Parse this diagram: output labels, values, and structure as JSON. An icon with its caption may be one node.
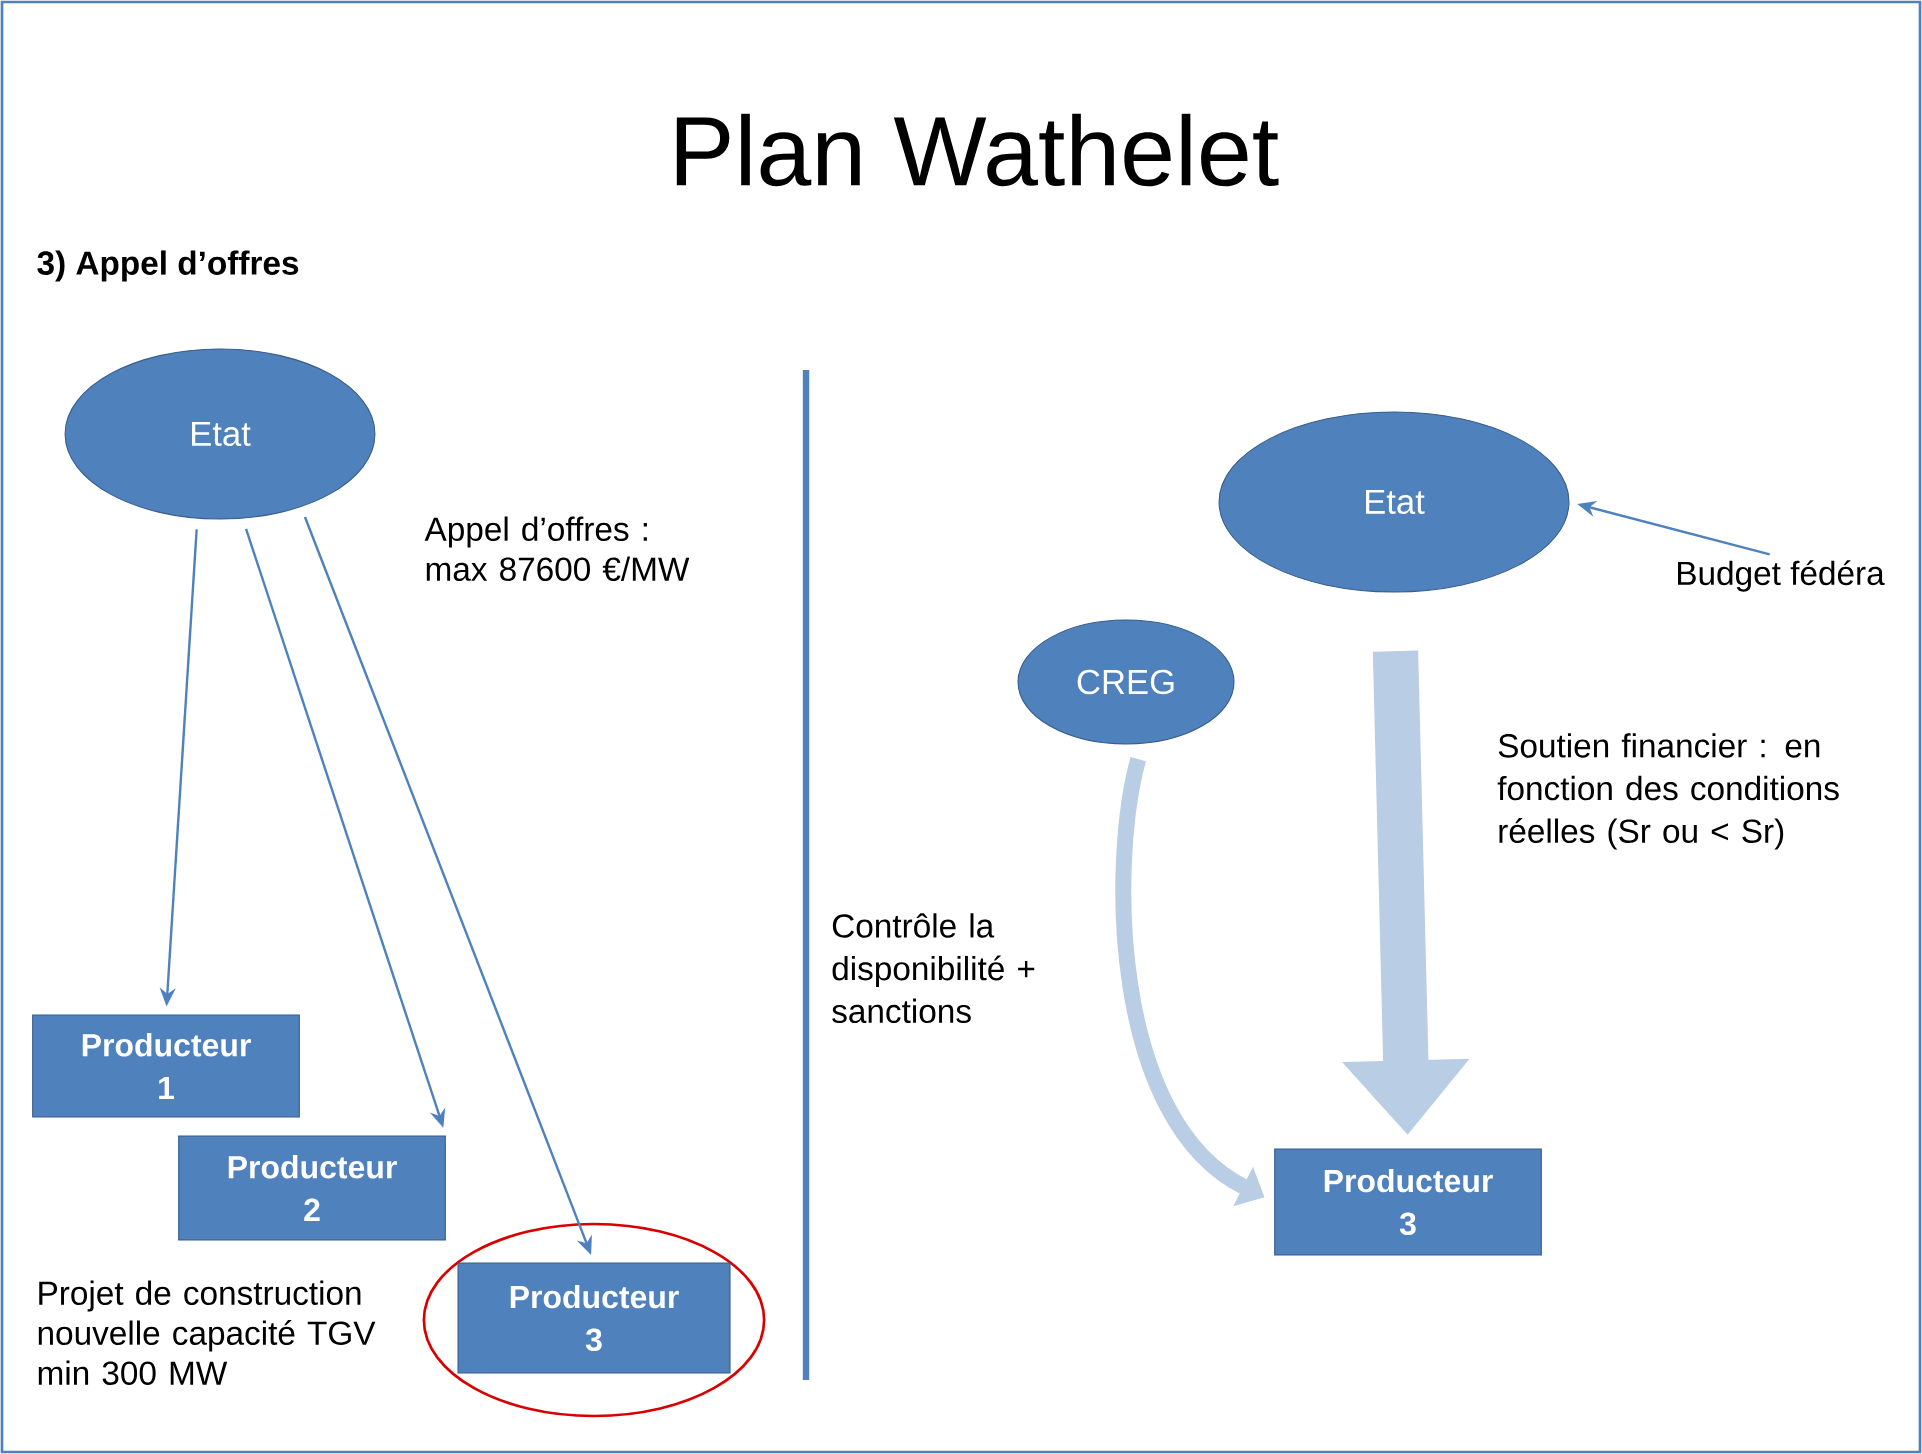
{
  "diagram": {
    "title": "Plan Wathelet",
    "nodes": [
      {
        "text": [
          "Etat"
        ]
      },
      {
        "text": [
          "Producteur 1"
        ]
      },
      {
        "text": [
          "Producteur 2"
        ]
      },
      {
        "text": [
          "Producteur 3"
        ]
      },
      {
        "text": [
          "Etat"
        ]
      },
      {
        "text": [
          "Budget fédéra"
        ]
      },
      {
        "text": [
          "CREG"
        ]
      },
      {
        "text": [
          "Producteur 3"
        ]
      }
    ],
    "edges": [
      {
        "from": 0,
        "to": 1,
        "arrow": "to"
      },
      {
        "from": 0,
        "to": 2,
        "arrow": "to"
      },
      {
        "from": 0,
        "to": 3,
        "arrow": "to"
      },
      {
        "from": 5,
        "to": 4,
        "arrow": "to"
      },
      {
        "from": 4,
        "to": 7,
        "arrow": "to",
        "label": "Soutien financier : en fonction des conditions réelles (Sr ou < Sr)",
        "style": "thick",
        "color": "#b9cde5"
      },
      {
        "from": 6,
        "to": 7,
        "arrow": "to",
        "label": "Contrôle la disponibilité + sanctions",
        "style": "thick",
        "color": "#b9cde5"
      }
    ],
    "labels": [
      "3) Appel d’offres",
      "Appel d’offres : max 87600 €/MW",
      "Projet de construction nouvelle capacité TGV min 300 MW"
    ]
  }
}
